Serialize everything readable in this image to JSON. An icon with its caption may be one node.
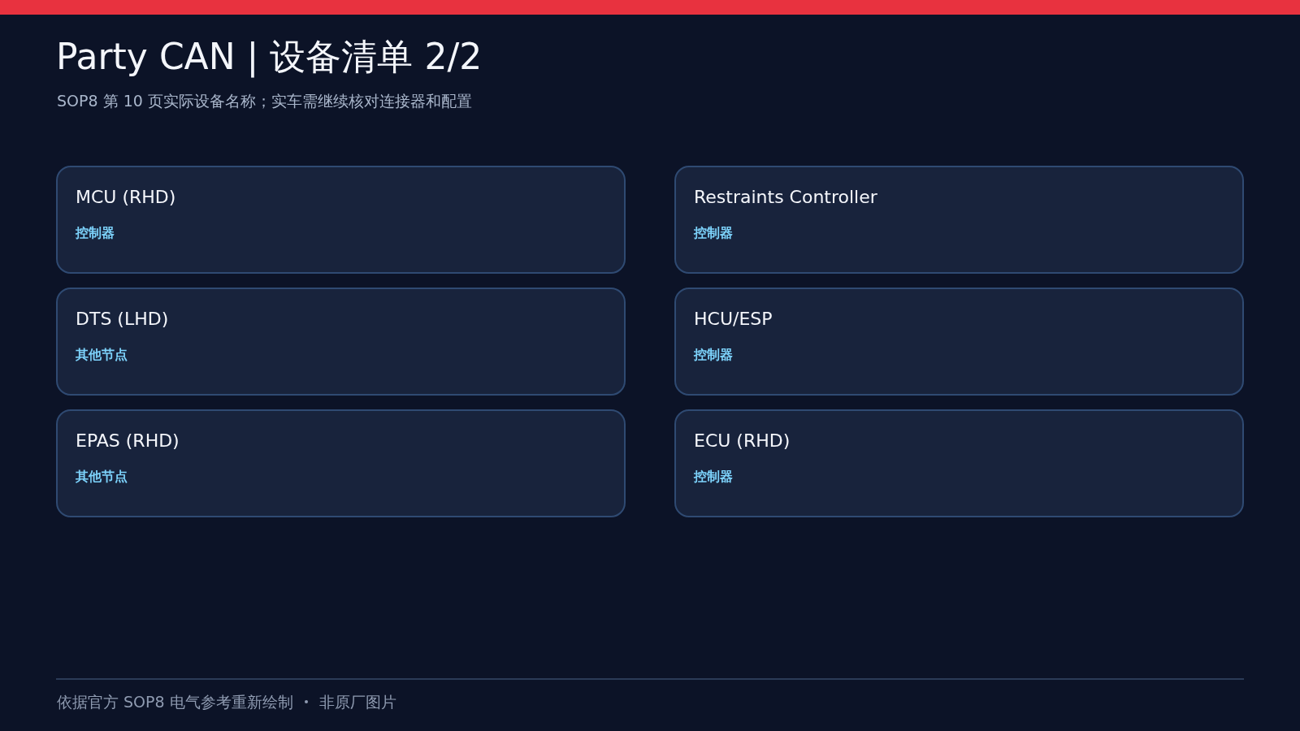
{
  "diagram": {
    "title": "Party CAN | 设备清单 2/2",
    "nodes": [
      {
        "text": [
          "MCU (RHD)",
          "控制器"
        ]
      },
      {
        "text": [
          "Restraints Controller",
          "控制器"
        ]
      },
      {
        "text": [
          "DTS (LHD)",
          "其他节点"
        ]
      },
      {
        "text": [
          "HCU/ESP",
          "控制器"
        ]
      },
      {
        "text": [
          "EPAS (RHD)",
          "其他节点"
        ]
      },
      {
        "text": [
          "ECU (RHD)",
          "控制器"
        ]
      }
    ],
    "edges": [],
    "labels": [
      "SOP8 第 10 页实际设备名称；实车需继续核对连接器和配置",
      "依据官方 SOP8 电气参考重新绘制",
      "非原厂图片"
    ]
  }
}
